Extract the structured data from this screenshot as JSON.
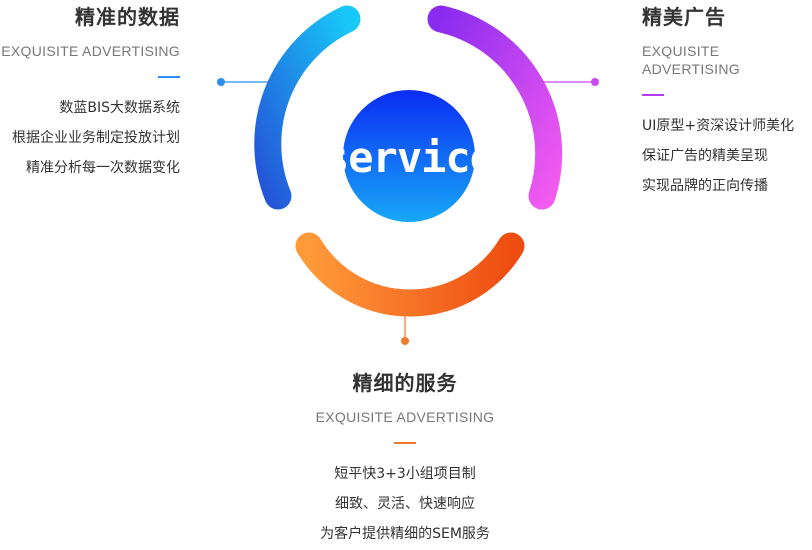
{
  "center": {
    "label": "service"
  },
  "blocks": {
    "left": {
      "title": "精准的数据",
      "subtitle": "EXQUISITE ADVERTISING",
      "items": [
        "数蓝BIS大数据系统",
        "根据企业业务制定投放计划",
        "精准分析每一次数据变化"
      ]
    },
    "right": {
      "title": "精美广告",
      "subtitle": "EXQUISITE ADVERTISING",
      "items": [
        "UI原型+资深设计师美化",
        "保证广告的精美呈现",
        "实现品牌的正向传播"
      ]
    },
    "bottom": {
      "title": "精细的服务",
      "subtitle": "EXQUISITE ADVERTISING",
      "items": [
        "短平快3+3小组项目制",
        "细致、灵活、快速响应",
        "为客户提供精细的SEM服务"
      ]
    }
  },
  "colors": {
    "blue_start": "#18c8f8",
    "blue_end": "#2456d8",
    "purple_start": "#8a2cf0",
    "purple_end": "#f25af0",
    "orange_start": "#ff9a3a",
    "orange_end": "#ee4d12",
    "circle_top": "#0a2cf2",
    "circle_bottom": "#18a8f8"
  }
}
